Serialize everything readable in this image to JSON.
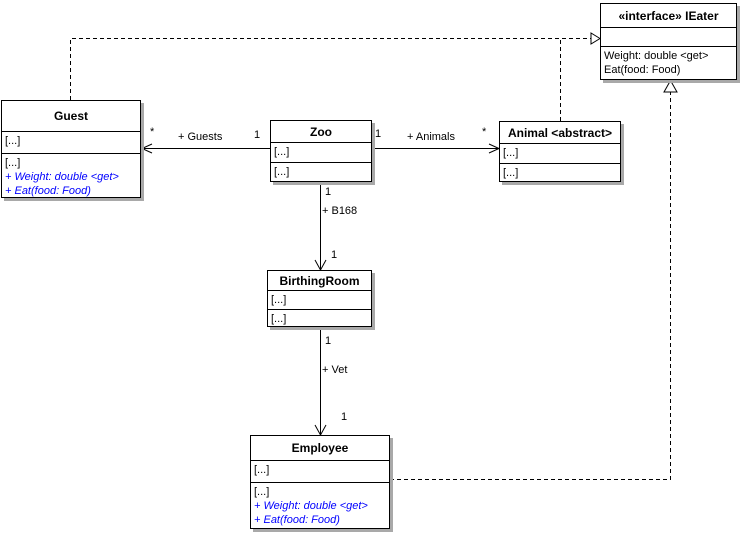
{
  "diagram": {
    "kind": "uml-class-diagram",
    "background_color": "#ffffff",
    "box_fill_color": "#ffffff",
    "border_color": "#000000",
    "shadow_color": "#a9a9a9",
    "interface_member_text_color": "#0000ff",
    "collapsed_placeholder": "[...]"
  },
  "classes": {
    "ieater": {
      "title": "«interface» IEater",
      "attributes": [],
      "operations": [
        {
          "text": "Weight: double <get>"
        },
        {
          "text": "Eat(food: Food)"
        }
      ]
    },
    "guest": {
      "title": "Guest",
      "attributes": [
        {
          "text": "[...]"
        }
      ],
      "operations": [
        {
          "text": "[...]"
        },
        {
          "text": "+ Weight: double <get>",
          "from_interface": true
        },
        {
          "text": "+ Eat(food: Food)",
          "from_interface": true
        }
      ]
    },
    "zoo": {
      "title": "Zoo",
      "attributes": [
        {
          "text": "[...]"
        }
      ],
      "operations": [
        {
          "text": "[...]"
        }
      ]
    },
    "animal": {
      "title": "Animal <abstract>",
      "attributes": [
        {
          "text": "[...]"
        }
      ],
      "operations": [
        {
          "text": "[...]"
        }
      ]
    },
    "birthing_room": {
      "title": "BirthingRoom",
      "attributes": [
        {
          "text": "[...]"
        }
      ],
      "operations": [
        {
          "text": "[...]"
        }
      ]
    },
    "employee": {
      "title": "Employee",
      "attributes": [
        {
          "text": "[...]"
        }
      ],
      "operations": [
        {
          "text": "[...]"
        },
        {
          "text": "+ Weight: double <get>",
          "from_interface": true
        },
        {
          "text": "+ Eat(food: Food)",
          "from_interface": true
        }
      ]
    }
  },
  "associations": {
    "guests": {
      "name": "+ Guests",
      "source": "Zoo",
      "target": "Guest",
      "source_mult": "1",
      "target_mult": "*"
    },
    "animals": {
      "name": "+ Animals",
      "source": "Zoo",
      "target": "Animal <abstract>",
      "source_mult": "1",
      "target_mult": "*"
    },
    "b168": {
      "name": "+ B168",
      "source": "Zoo",
      "target": "BirthingRoom",
      "source_mult": "1",
      "target_mult": "1"
    },
    "vet": {
      "name": "+ Vet",
      "source": "BirthingRoom",
      "target": "Employee",
      "source_mult": "1",
      "target_mult": "1"
    }
  },
  "realizations": [
    {
      "from": "Guest",
      "to": "«interface» IEater"
    },
    {
      "from": "Animal <abstract>",
      "to": "«interface» IEater"
    },
    {
      "from": "Employee",
      "to": "«interface» IEater"
    }
  ]
}
